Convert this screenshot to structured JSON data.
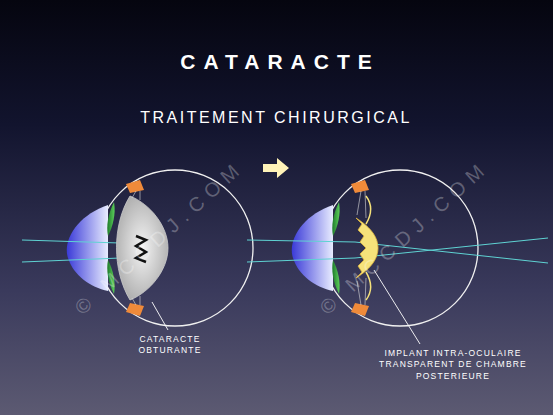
{
  "diagram": {
    "title": "CATARACTE",
    "labels": [
      "TRAITEMENT CHIRURGICAL",
      "CATARACTE OBTURANTE",
      "IMPLANT INTRA-OCULAIRE TRANSPARENT DE CHAMBRE POSTERIEURE",
      "© MCCDJ.COM",
      "© MCCDJ.COM"
    ]
  }
}
